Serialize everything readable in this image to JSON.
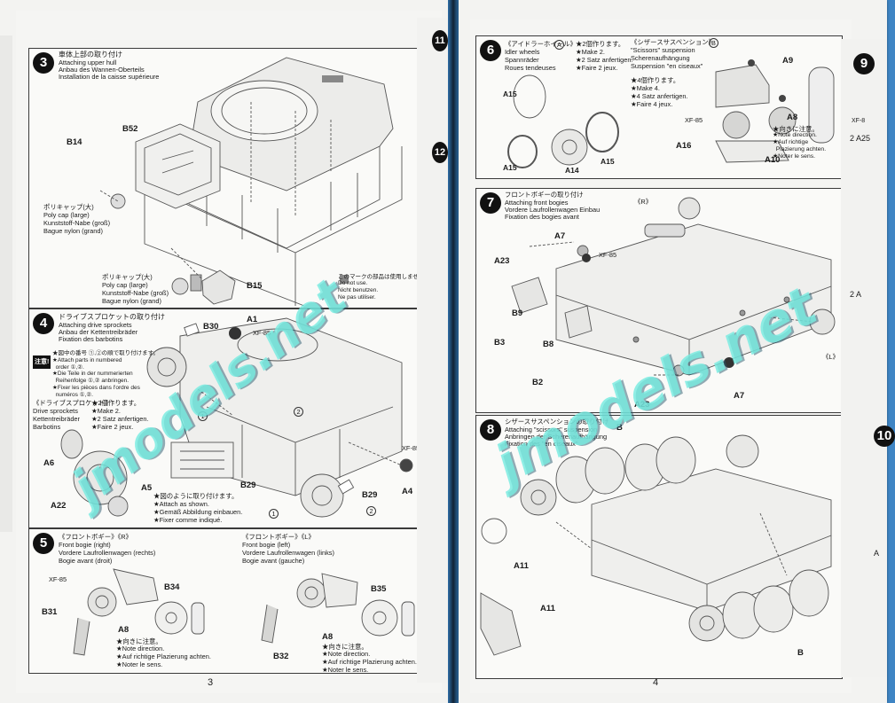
{
  "left_page": {
    "page_number": "3",
    "step3": {
      "num": "3",
      "title_jp": "車体上部の取り付け",
      "title_en": "Attaching upper hull",
      "title_de": "Anbau des Wannen-Oberteils",
      "title_fr": "Installation de la caisse supérieure",
      "parts": [
        "B52",
        "B14",
        "B15"
      ],
      "polycap1_jp": "ポリキャップ(大)",
      "polycap1": "Poly cap (large)\nKunststoff-Nabe (groß)\nBague nylon (grand)",
      "polycap2_jp": "ポリキャップ(大)",
      "polycap2": "Poly cap (large)\nKunststoff-Nabe (groß)\nBague nylon (grand)",
      "notuse_jp": "このマークの部品は使用しません。",
      "notuse": "Do not use.\nNicht benutzen.\nNe pas utiliser."
    },
    "step4": {
      "num": "4",
      "title_jp": "ドライブスプロケットの取り付け",
      "title_en": "Attaching drive sprockets",
      "title_de": "Anbau der Kettentreibräder",
      "title_fr": "Fixation des barbotins",
      "caution_jp": "注意!",
      "caution": "★図中の番号 ①,②の順で取り付けます。\n★Attach parts in numbered\n  order ①,②.\n★Die Teile in der nummerierten\n  Reihenfolge ①,② anbringen.\n★Fixer les pièces dans l'ordre des\n  numéros ①,②.",
      "sub_jp": "《ドライブスプロケット》",
      "sub": "Drive sprockets\nKettentreibräder\nBarbotins",
      "make_jp": "★2個作ります。",
      "make": "★Make 2.\n★2 Satz anfertigen.\n★Faire 2 jeux.",
      "attach_jp": "★図のように取り付けます。",
      "attach": "★Attach as shown.\n★Gemäß Abbildung einbauen.\n★Fixer comme indiqué.",
      "parts": [
        "B30",
        "A1",
        "A6",
        "A22",
        "A5",
        "B29",
        "B29",
        "A4"
      ],
      "paint": "XF-85",
      "paint2": "XF-85",
      "circ1": "1",
      "circ2": "2",
      "circ3": "1",
      "circ4": "2"
    },
    "step5": {
      "num": "5",
      "right_jp": "《フロントボギー》《R》",
      "right": "Front bogie (right)\nVordere Laufrollenwagen (rechts)\nBogie avant (droit)",
      "left_jp": "《フロントボギー》《L》",
      "left": "Front bogie (left)\nVordere Laufrollenwagen (links)\nBogie avant (gauche)",
      "parts": [
        "B34",
        "B31",
        "A8",
        "B35",
        "B32",
        "A8"
      ],
      "paint": "XF-85",
      "note_jp": "★向きに注意。",
      "note": "★Note direction.\n★Auf richtige Plazierung achten.\n★Noter le sens."
    }
  },
  "right_page": {
    "page_number": "4",
    "step6": {
      "num": "6",
      "idler_jp": "《アイドラーホイール》",
      "idler_code": "A",
      "idler": "Idler wheels\nSpannräder\nRoues tendeuses",
      "make_jp": "★2個作ります。",
      "make": "★Make 2.\n★2 Satz anfertigen.\n★Faire 2 jeux.",
      "parts_idler": [
        "A15",
        "A15",
        "A14",
        "A15"
      ],
      "scissors_jp": "《シザースサスペンション》",
      "scissors_code": "B",
      "scissors": "\"Scissors\" suspension\nScherenaufhängung\nSuspension \"en ciseaux\"",
      "make4_jp": "★4個作ります。",
      "make4": "★Make 4.\n★4 Satz anfertigen.\n★Faire 4 jeux.",
      "parts_sc": [
        "A9",
        "A8",
        "A16",
        "A10"
      ],
      "paint": "XF-85",
      "note_jp": "★向きに注意。",
      "note": "★Note direction.\n★Auf richtige\n  Plazierung achten.\n★Noter le sens."
    },
    "step7": {
      "num": "7",
      "title_jp": "フロントボギーの取り付け",
      "title_en": "Attaching front bogies",
      "title_de": "Vordere Laufrollenwagen Einbau",
      "title_fr": "Fixation des bogies avant",
      "parts": [
        "A7",
        "A23",
        "B9",
        "B3",
        "B8",
        "B2",
        "A7",
        "A23"
      ],
      "R": "《R》",
      "L": "《L》",
      "paint": "XF-85"
    },
    "step8": {
      "num": "8",
      "title_jp": "シザースサスペンションの取り付け",
      "title_en": "Attaching \"scissors\" suspension",
      "title_de": "Anbringen der Scherenaufhängung",
      "title_fr": "Fixation des \"en ciseaux\"",
      "parts": [
        "B",
        "A11",
        "A11",
        "B"
      ]
    }
  },
  "edge_steps": [
    "11",
    "12",
    "9",
    "10"
  ],
  "edge_right_texts": [
    "2 A25",
    "2 A",
    "XF-8",
    "A"
  ],
  "watermark": "jmodels.net",
  "colors": {
    "background": "#3f85c4",
    "paper": "#f5f5f3",
    "watermark": "#78ebe1"
  }
}
